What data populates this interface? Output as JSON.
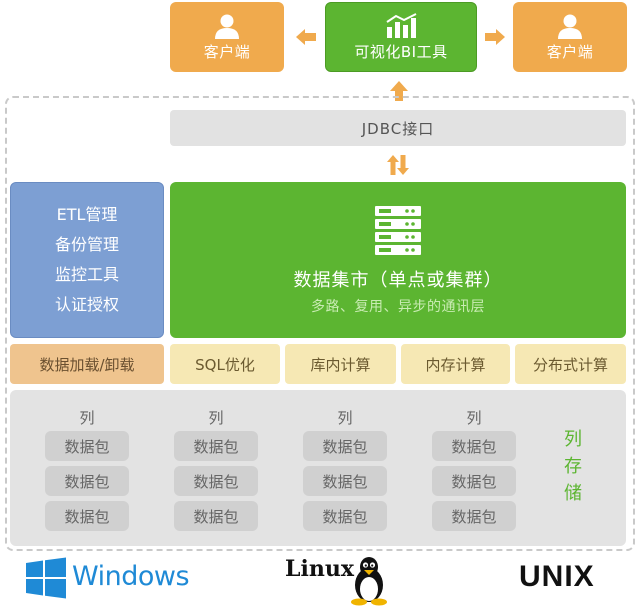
{
  "top": {
    "client_left": "客户端",
    "viz": "可视化BI工具",
    "client_right": "客户端"
  },
  "jdbc": "JDBC接口",
  "management": [
    "ETL管理",
    "备份管理",
    "监控工具",
    "认证授权"
  ],
  "mart": {
    "title": "数据集市（单点或集群）",
    "subtitle": "多路、复用、异步的通讯层"
  },
  "load_label": "数据加载/卸载",
  "features": [
    "SQL优化",
    "库内计算",
    "内存计算",
    "分布式计算"
  ],
  "storage": {
    "column_label": "列",
    "packet_label": "数据包",
    "columnar_chars": [
      "列",
      "存",
      "储"
    ]
  },
  "platforms": {
    "windows": "Windows",
    "linux": "Linux",
    "unix": "UNIX"
  },
  "colors": {
    "client": "#f0aa4d",
    "green": "#5cb531",
    "blue": "#7d9fd3",
    "gray": "#e3e3e3"
  }
}
